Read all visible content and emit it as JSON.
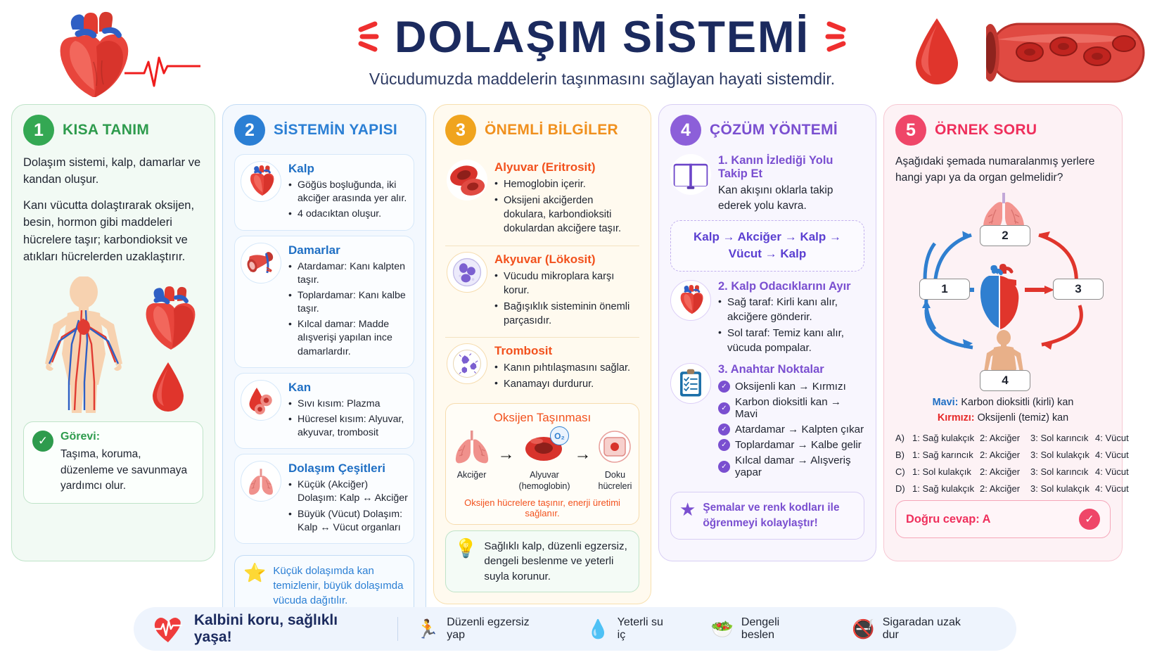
{
  "header": {
    "title": "DOLAŞIM SİSTEMİ",
    "subtitle": "Vücudumuzda maddelerin taşınmasını sağlayan hayati sistemdir."
  },
  "cards": [
    {
      "number": "1",
      "title": "KISA TANIM",
      "paragraphs": [
        "Dolaşım sistemi, kalp, damarlar ve kandan oluşur.",
        "Kanı vücutta dolaştırarak oksijen, besin, hormon gibi maddeleri hücrelere taşır; karbondioksit ve atıkları hücrelerden uzaklaştırır."
      ],
      "goal_label": "Görevi:",
      "goal_text": "Taşıma, koruma, düzenleme ve savunmaya yardımcı olur."
    },
    {
      "number": "2",
      "title": "SİSTEMİN YAPISI",
      "blocks": [
        {
          "icon": "heart-icon",
          "title": "Kalp",
          "items": [
            "Göğüs boşluğunda, iki akciğer arasında yer alır.",
            "4 odacıktan oluşur."
          ]
        },
        {
          "icon": "blood-vessel-icon",
          "title": "Damarlar",
          "items": [
            "Atardamar: Kanı kalpten taşır.",
            "Toplardamar: Kanı kalbe taşır.",
            "Kılcal damar: Madde alışverişi yapılan ince damarlardır."
          ]
        },
        {
          "icon": "blood-drop-icon",
          "title": "Kan",
          "items": [
            "Sıvı kısım: Plazma",
            "Hücresel kısım: Alyuvar, akyuvar, trombosit"
          ]
        },
        {
          "icon": "lungs-icon",
          "title": "Dolaşım Çeşitleri",
          "items": [
            "Küçük (Akciğer) Dolaşım: Kalp ↔ Akciğer",
            "Büyük (Vücut) Dolaşım: Kalp ↔ Vücut organları"
          ]
        }
      ],
      "tip": "Küçük dolaşımda kan temizlenir, büyük dolaşımda vücuda dağıtılır."
    },
    {
      "number": "3",
      "title": "ÖNEMLİ BİLGİLER",
      "blocks": [
        {
          "icon": "red-blood-cells-icon",
          "title": "Alyuvar (Eritrosit)",
          "items": [
            "Hemoglobin içerir.",
            "Oksijeni akciğerden dokulara, karbondioksiti dokulardan akciğere taşır."
          ]
        },
        {
          "icon": "white-blood-cell-icon",
          "title": "Akyuvar (Lökosit)",
          "items": [
            "Vücudu mikroplara karşı korur.",
            "Bağışıklık sisteminin önemli parçasıdır."
          ]
        },
        {
          "icon": "platelet-icon",
          "title": "Trombosit",
          "items": [
            "Kanın pıhtılaşmasını sağlar.",
            "Kanamayı durdurur."
          ]
        }
      ],
      "oxygen": {
        "title": "Oksijen Taşınması",
        "steps": [
          {
            "icon": "lungs-icon",
            "label": "Akciğer"
          },
          {
            "icon": "red-blood-cell-icon",
            "label": "Alyuvar (hemoglobin)",
            "badge": "O₂"
          },
          {
            "icon": "tissue-cell-icon",
            "label": "Doku hücreleri"
          }
        ],
        "arrow": "→",
        "footnote": "Oksijen hücrelere taşınır, enerji üretimi sağlanır."
      },
      "tip": "Sağlıklı kalp, düzenli egzersiz, dengeli beslenme ve yeterli suyla korunur."
    },
    {
      "number": "4",
      "title": "ÇÖZÜM YÖNTEMİ",
      "step1": {
        "icon": "open-book-icon",
        "title": "1. Kanın İzlediği Yolu Takip Et",
        "text": "Kan akışını oklarla takip ederek yolu kavra."
      },
      "flow": "Kalp → Akciğer → Kalp → Vücut → Kalp",
      "step2": {
        "icon": "heart-icon",
        "title": "2. Kalp Odacıklarını Ayır",
        "items": [
          "Sağ taraf: Kirli kanı alır, akciğere gönderir.",
          "Sol taraf: Temiz kanı alır, vücuda pompalar."
        ]
      },
      "step3": {
        "icon": "clipboard-checklist-icon",
        "title": "3. Anahtar Noktalar",
        "items": [
          "Oksijenli kan → Kırmızı",
          "Karbon dioksitli kan → Mavi",
          "Atardamar → Kalpten çıkar",
          "Toplardamar → Kalbe gelir",
          "Kılcal damar → Alışveriş yapar"
        ]
      },
      "tip": "Şemalar ve renk kodları ile öğrenmeyi kolaylaştır!"
    },
    {
      "number": "5",
      "title": "ÖRNEK SORU",
      "question": "Aşağıdaki şemada numaralanmış yerlere hangi yapı ya da organ gelmelidir?",
      "diagram": {
        "boxes": [
          {
            "id": "1",
            "position": "left"
          },
          {
            "id": "2",
            "position": "top"
          },
          {
            "id": "3",
            "position": "right"
          },
          {
            "id": "4",
            "position": "bottom"
          }
        ],
        "organs": [
          "lungs-icon",
          "heart-icon",
          "body-icon"
        ]
      },
      "legend": [
        {
          "color_label": "Mavi:",
          "color": "#1f6fc4",
          "text": "Karbon dioksitli (kirli) kan"
        },
        {
          "color_label": "Kırmızı:",
          "color": "#e62929",
          "text": "Oksijenli (temiz) kan"
        }
      ],
      "options": [
        {
          "letter": "A)",
          "p1": "1: Sağ kulakçık",
          "p2": "2: Akciğer",
          "p3": "3: Sol karıncık",
          "p4": "4: Vücut"
        },
        {
          "letter": "B)",
          "p1": "1: Sağ karıncık",
          "p2": "2: Akciğer",
          "p3": "3: Sol kulakçık",
          "p4": "4: Vücut"
        },
        {
          "letter": "C)",
          "p1": "1: Sol kulakçık",
          "p2": "2: Akciğer",
          "p3": "3: Sol karıncık",
          "p4": "4: Vücut"
        },
        {
          "letter": "D)",
          "p1": "1: Sağ kulakçık",
          "p2": "2: Akciğer",
          "p3": "3: Sol kulakçık",
          "p4": "4: Vücut"
        }
      ],
      "answer": "Doğru cevap: A"
    }
  ],
  "footer": {
    "main_text": "Kalbini koru, sağlıklı yaşa!",
    "main_icon": "heartbeat-icon",
    "items": [
      {
        "icon": "running-person-icon",
        "emoji": "🏃",
        "text": "Düzenli egzersiz yap"
      },
      {
        "icon": "water-drop-icon",
        "emoji": "💧",
        "text": "Yeterli su iç"
      },
      {
        "icon": "salad-bowl-icon",
        "emoji": "🥗",
        "text": "Dengeli beslen"
      },
      {
        "icon": "no-smoking-icon",
        "emoji": "🚭",
        "text": "Sigaradan uzak dur"
      }
    ]
  },
  "colors": {
    "green": "#34a853",
    "blue": "#2b7fd4",
    "orange": "#f0a41e",
    "purple": "#8c5fd9",
    "pink": "#ef4668",
    "navy": "#1b2a5e"
  }
}
